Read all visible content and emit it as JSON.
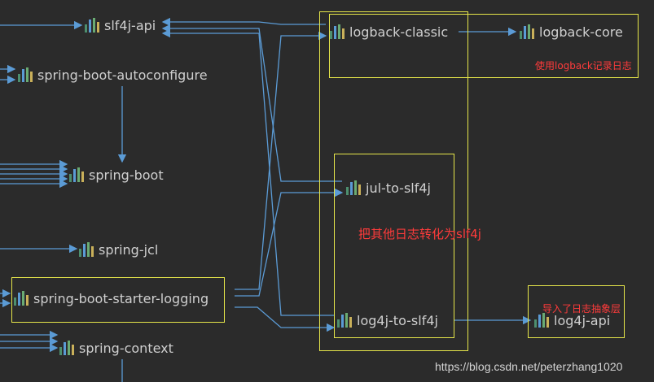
{
  "nodes": {
    "slf4j_api": "slf4j-api",
    "spring_boot_autoconfigure": "spring-boot-autoconfigure",
    "spring_boot": "spring-boot",
    "spring_jcl": "spring-jcl",
    "spring_boot_starter_logging": "spring-boot-starter-logging",
    "spring_context": "spring-context",
    "logback_classic": "logback-classic",
    "logback_core": "logback-core",
    "jul_to_slf4j": "jul-to-slf4j",
    "log4j_to_slf4j": "log4j-to-slf4j",
    "log4j_api": "log4j-api"
  },
  "annotations": {
    "logback": "使用logback记录日志",
    "bridges": "把其他日志转化为slf4j",
    "log4j_api": "导入了日志抽象层"
  },
  "watermark": "https://blog.csdn.net/peterzhang1020",
  "colors": {
    "background": "#2b2b2b",
    "edge": "#5b9bd5",
    "box": "#e6e64a",
    "annotation": "#ff3b3b",
    "node_text": "#cfcfcf"
  },
  "icon": "library-bars-icon"
}
